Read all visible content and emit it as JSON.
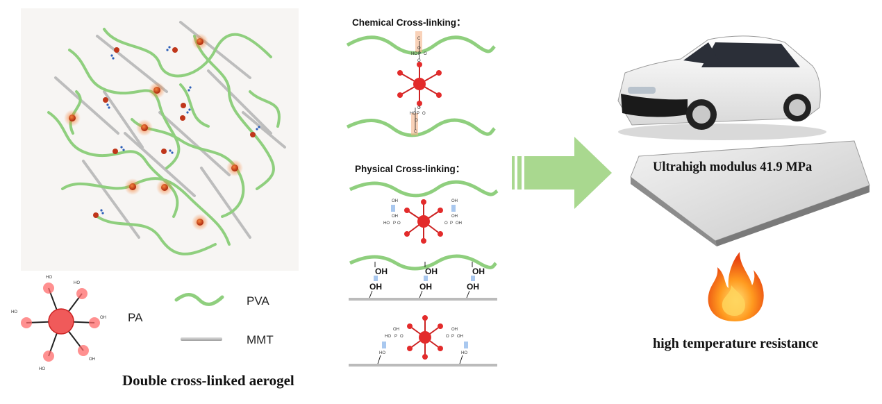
{
  "labels": {
    "chemical": "Chemical Cross-linking：",
    "physical": "Physical Cross-linking：",
    "modulus": "Ultrahigh modulus 41.9 MPa",
    "resistance": "high temperature resistance",
    "aerogel": "Double cross-linked aerogel"
  },
  "legend": {
    "pa": "PA",
    "pva": "PVA",
    "mmt": "MMT"
  },
  "chem_text": {
    "c": "C",
    "o": "O",
    "p": "P",
    "ho": "HO",
    "oh": "OH",
    "oh_bold": "OH"
  },
  "colors": {
    "pva": "#8fcf7e",
    "pa": "#e32b2b",
    "mmt": "#b8b8b8",
    "arrow": "#a9d88f",
    "node": "#d2451e"
  },
  "icons": [
    "car-image",
    "aerogel-slab",
    "flame-icon",
    "arrow-right"
  ]
}
